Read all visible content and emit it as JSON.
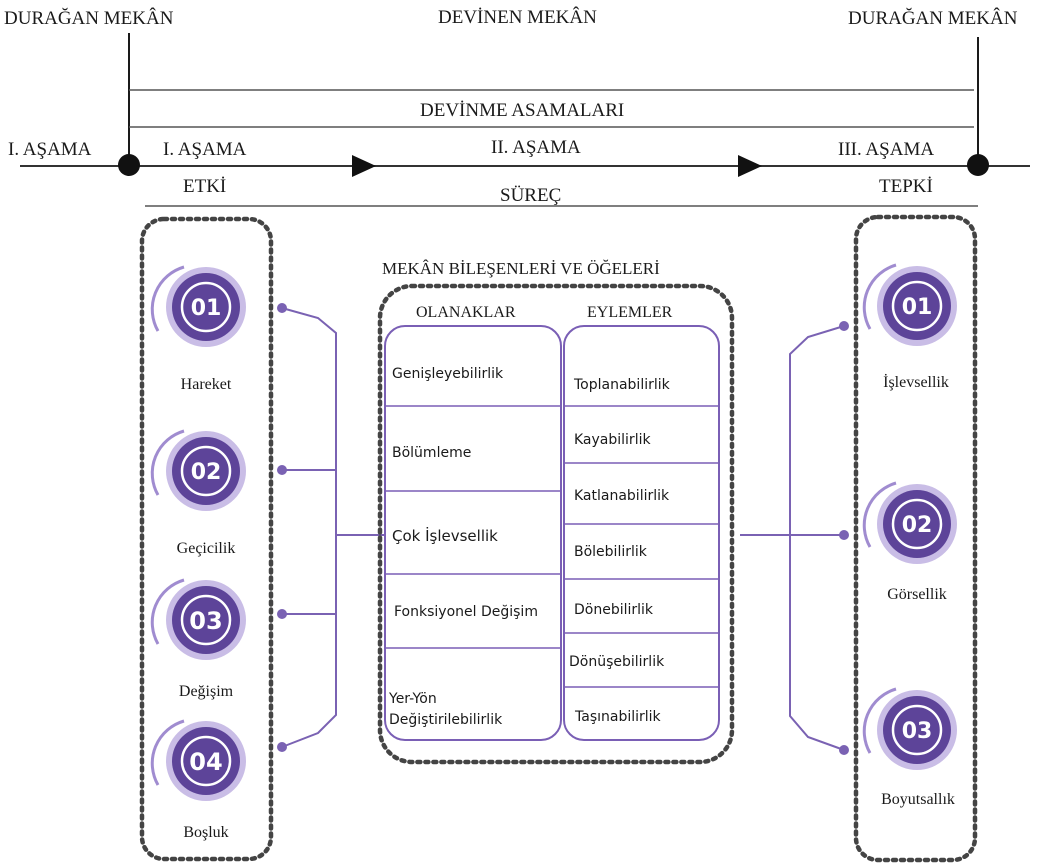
{
  "header": {
    "left_label": "DURAĞAN MEKÂN",
    "center_label": "DEVİNEN MEKÂN",
    "right_label": "DURAĞAN MEKÂN"
  },
  "stages": {
    "title": "DEVİNME ASAMALARI",
    "outer_left": "I. AŞAMA",
    "stage1": "I. AŞAMA",
    "stage2": "II. AŞAMA",
    "stage3": "III. AŞAMA",
    "effect": "ETKİ",
    "process": "SÜREÇ",
    "response": "TEPKİ"
  },
  "left_group": {
    "items": [
      {
        "number": "01",
        "label": "Hareket"
      },
      {
        "number": "02",
        "label": "Geçicilik"
      },
      {
        "number": "03",
        "label": "Değişim"
      },
      {
        "number": "04",
        "label": "Boşluk"
      }
    ]
  },
  "center": {
    "title": "MEKÂN BİLEŞENLERİ VE ÖĞELERİ",
    "left_column_header": "OLANAKLAR",
    "right_column_header": "EYLEMLER",
    "opportunities": [
      "Genişleyebilirlik",
      "Bölümleme",
      "Çok İşlevsellik",
      "Fonksiyonel Değişim",
      "Yer-Yön",
      "Değiştirilebilirlik"
    ],
    "actions": [
      "Toplanabilirlik",
      "Kayabilirlik",
      "Katlanabilirlik",
      "Bölebilirlik",
      "Dönebilirlik",
      "Dönüşebilirlik",
      "Taşınabilirlik"
    ]
  },
  "right_group": {
    "items": [
      {
        "number": "01",
        "label": "İşlevsellik"
      },
      {
        "number": "02",
        "label": "Görsellik"
      },
      {
        "number": "03",
        "label": "Boyutsallık"
      }
    ]
  },
  "colors": {
    "accent": "#6a4fa3",
    "accent_dark": "#4e3a85",
    "accent_light": "#b9a9dc",
    "connector": "#7a62b3",
    "line": "#4a4a4a",
    "dash": "#4a4a4a"
  }
}
